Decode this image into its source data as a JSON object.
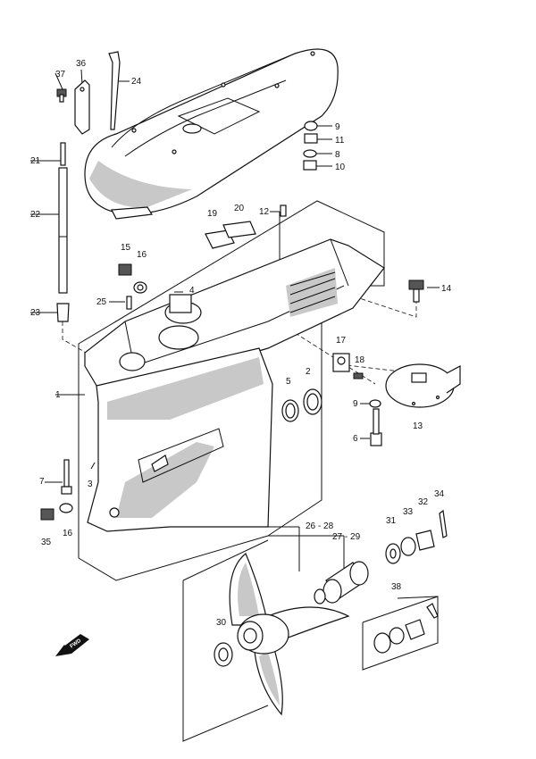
{
  "callouts": [
    {
      "id": "p1",
      "label": "1"
    },
    {
      "id": "p2",
      "label": "2"
    },
    {
      "id": "p3",
      "label": "3"
    },
    {
      "id": "p4",
      "label": "4"
    },
    {
      "id": "p5",
      "label": "5"
    },
    {
      "id": "p6",
      "label": "6"
    },
    {
      "id": "p7",
      "label": "7"
    },
    {
      "id": "p8",
      "label": "8"
    },
    {
      "id": "p9a",
      "label": "9"
    },
    {
      "id": "p9b",
      "label": "9"
    },
    {
      "id": "p10",
      "label": "10"
    },
    {
      "id": "p11",
      "label": "11"
    },
    {
      "id": "p12",
      "label": "12"
    },
    {
      "id": "p13",
      "label": "13"
    },
    {
      "id": "p14",
      "label": "14"
    },
    {
      "id": "p15",
      "label": "15"
    },
    {
      "id": "p16a",
      "label": "16"
    },
    {
      "id": "p16b",
      "label": "16"
    },
    {
      "id": "p17",
      "label": "17"
    },
    {
      "id": "p18",
      "label": "18"
    },
    {
      "id": "p19",
      "label": "19"
    },
    {
      "id": "p20",
      "label": "20"
    },
    {
      "id": "p21",
      "label": "21"
    },
    {
      "id": "p22",
      "label": "22"
    },
    {
      "id": "p23",
      "label": "23"
    },
    {
      "id": "p24",
      "label": "24"
    },
    {
      "id": "p25",
      "label": "25"
    },
    {
      "id": "p26_28",
      "label": "26 - 28"
    },
    {
      "id": "p27_29",
      "label": "27 - 29"
    },
    {
      "id": "p30",
      "label": "30"
    },
    {
      "id": "p31",
      "label": "31"
    },
    {
      "id": "p32",
      "label": "32"
    },
    {
      "id": "p33",
      "label": "33"
    },
    {
      "id": "p34",
      "label": "34"
    },
    {
      "id": "p35",
      "label": "35"
    },
    {
      "id": "p36",
      "label": "36"
    },
    {
      "id": "p37",
      "label": "37"
    },
    {
      "id": "p38",
      "label": "38"
    }
  ],
  "fwd_label": "FWD"
}
